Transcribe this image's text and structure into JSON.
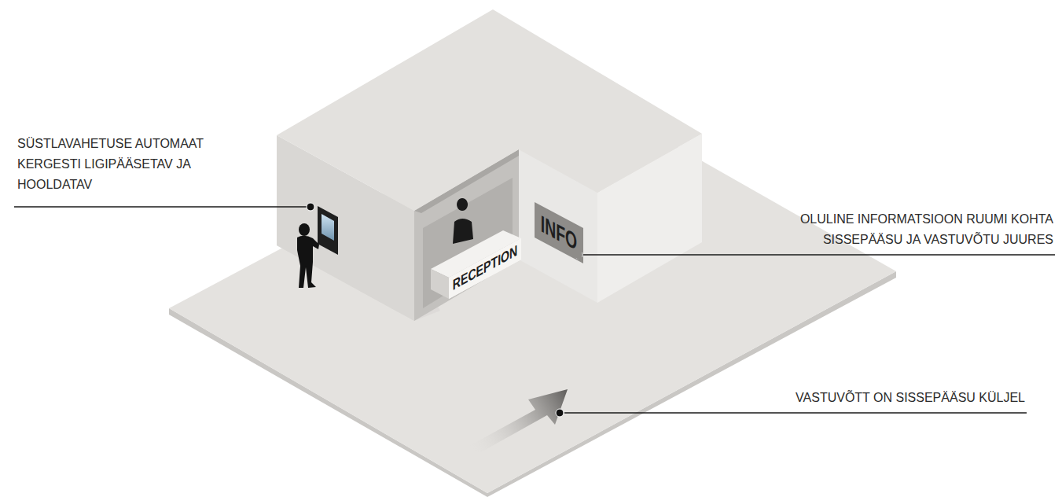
{
  "diagram": {
    "nodes": [
      {
        "text": [
          "RECEPTION"
        ]
      },
      {
        "text": [
          "INFO"
        ]
      }
    ],
    "labels": [
      "SÜSTLAVAHETUSE AUTOMAAT KERGESTI LIGIPÄÄSETAV JA HOOLDATAV",
      "OLULINE INFORMATSIOON RUUMI KOHTA SISSEPÄÄSU JA VASTUVÕTU JUURES",
      "VASTUVÕTT ON SISSEPÄÄSU KÜLJEL"
    ]
  }
}
